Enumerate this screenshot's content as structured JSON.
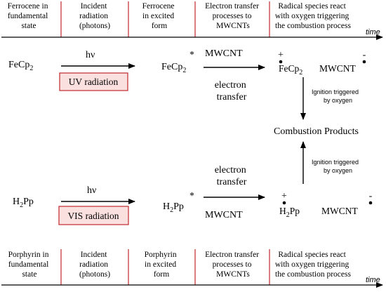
{
  "top_timeline": {
    "columns": [
      [
        "Ferrocene in",
        "fundamental",
        "state"
      ],
      [
        "Incident",
        "radiation",
        "(photons)"
      ],
      [
        "Ferrocene",
        "in excited",
        "form"
      ],
      [
        "Electron transfer",
        "processes to",
        "MWCNTs"
      ],
      [
        "Radical species react",
        "with oxygen triggering",
        "the combustion process"
      ]
    ],
    "time_label": "time"
  },
  "bottom_timeline": {
    "columns": [
      [
        "Porphyrin in",
        "fundamental",
        "state"
      ],
      [
        "Incident",
        "radiation",
        "(photons)"
      ],
      [
        "Porphyrin",
        "in excited",
        "form"
      ],
      [
        "Electron transfer",
        "processes to",
        "MWCNTs"
      ],
      [
        "Radical species react",
        "with oxygen triggering",
        "the combustion process"
      ]
    ],
    "time_label": "time"
  },
  "ferrocene_path": {
    "reactant_base": "FeCp",
    "reactant_sub": "2",
    "photon": "hν",
    "radiation_box": "UV radiation",
    "excited_base": "FeCp",
    "excited_sub": "2",
    "excited_mark": "*",
    "label_above_arrow": "MWCNT",
    "label_below_arrow": [
      "electron",
      "transfer"
    ],
    "product_cation": "FeCp",
    "product_sub": "2",
    "product_anion": "MWCNT",
    "plus_sign": "+",
    "minus_sign": "-",
    "ignition_note": [
      "Ignition triggered",
      "by oxygen"
    ]
  },
  "center_product": "Combustion Products",
  "porphyrin_path": {
    "reactant_base": "H",
    "reactant_sub": "2",
    "reactant_tail": "Pp",
    "photon": "hν",
    "radiation_box": "VIS radiation",
    "excited_base": "H",
    "excited_sub": "2",
    "excited_tail": "Pp",
    "excited_mark": "*",
    "label_above_arrow": [
      "electron",
      "transfer"
    ],
    "label_below_arrow": "MWCNT",
    "product_cation_base": "H",
    "product_cation_sub": "2",
    "product_cation_tail": "Pp",
    "product_anion": "MWCNT",
    "plus_sign": "+",
    "minus_sign": "-",
    "ignition_note": [
      "Ignition triggered",
      "by oxygen"
    ]
  },
  "colors": {
    "separator": "#c0282d",
    "box_fill": "#fbe0e0",
    "box_border": "#c0282d",
    "ink": "#000000"
  }
}
